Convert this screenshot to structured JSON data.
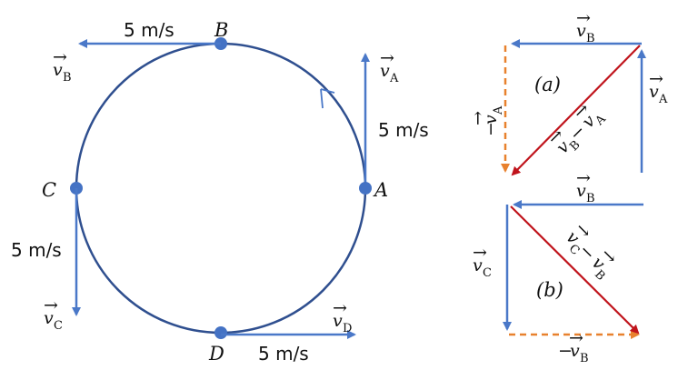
{
  "colors": {
    "circle": "#2F4F8F",
    "velocity": "#4A78C8",
    "difference": "#C0141C",
    "negated": "#E8812E",
    "point": "#4472C4"
  },
  "points": {
    "A": "A",
    "B": "B",
    "C": "C",
    "D": "D"
  },
  "speeds": {
    "top": "5 m/s",
    "right": "5 m/s",
    "left": "5 m/s",
    "bottom": "5 m/s"
  },
  "vectors": {
    "vA": {
      "arrow": "→",
      "base": "v",
      "sub": "A"
    },
    "vB": {
      "arrow": "→",
      "base": "v",
      "sub": "B"
    },
    "vC": {
      "arrow": "→",
      "base": "v",
      "sub": "C"
    },
    "vD": {
      "arrow": "→",
      "base": "v",
      "sub": "D"
    },
    "neg_vA": {
      "prefix": "−",
      "arrow": "→",
      "base": "v",
      "sub": "A"
    },
    "neg_vB": {
      "prefix": "−",
      "arrow": "→",
      "base": "v",
      "sub": "B"
    }
  },
  "panels": {
    "a": {
      "label": "(a)",
      "diff": {
        "arrow1": "→",
        "base1": "v",
        "sub1": "B",
        "minus": " −",
        "arrow2": "→",
        "base2": "v",
        "sub2": "A"
      }
    },
    "b": {
      "label": "(b)",
      "diff": {
        "arrow1": "→",
        "base1": "v",
        "sub1": "C",
        "minus": " −",
        "arrow2": "→",
        "base2": "v",
        "sub2": "B"
      }
    }
  }
}
